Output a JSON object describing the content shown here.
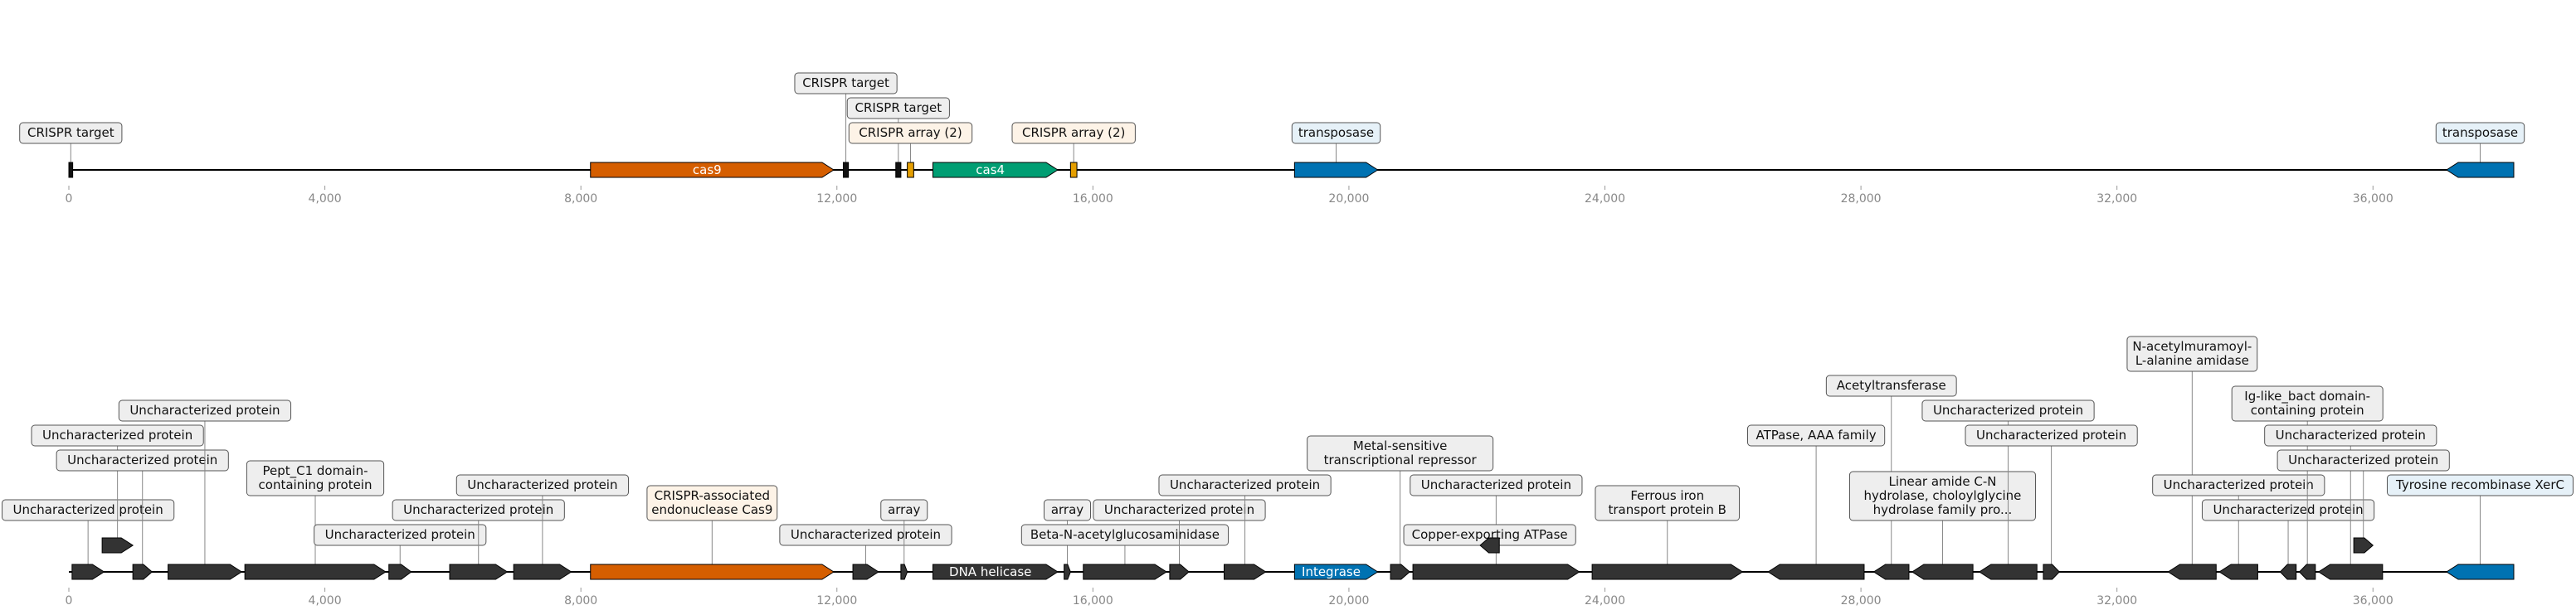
{
  "axis": {
    "ticks": [
      0,
      4000,
      8000,
      12000,
      16000,
      20000,
      24000,
      28000,
      32000,
      36000
    ],
    "tick_labels": [
      "0",
      "4,000",
      "8,000",
      "12,000",
      "16,000",
      "20,000",
      "24,000",
      "28,000",
      "32,000",
      "36,000"
    ],
    "range": [
      0,
      38200
    ]
  },
  "colors": {
    "cas9": "#d55e00",
    "cas4": "#009e73",
    "crispr_array": "#e69f00",
    "transposase": "#0072b2",
    "integrase": "#0072b2",
    "default_gene": "#333333",
    "label_bg_default": "#eeeeee",
    "label_bg_cas": "#fdf3e7",
    "label_bg_transposase": "#e6f1f8"
  },
  "tracks": [
    {
      "name": "crispr-overview",
      "features": [
        {
          "start": 0,
          "end": 60,
          "strand": 0,
          "color": "#111111",
          "label": "CRISPR target",
          "bg": "#eeeeee",
          "level": 0
        },
        {
          "start": 8150,
          "end": 11950,
          "strand": 1,
          "color": "#d55e00",
          "inner": "cas9"
        },
        {
          "start": 12100,
          "end": 12180,
          "strand": 0,
          "color": "#111111",
          "label": "CRISPR target",
          "bg": "#eeeeee",
          "level": 2
        },
        {
          "start": 12920,
          "end": 13000,
          "strand": 0,
          "color": "#111111",
          "label": "CRISPR target",
          "bg": "#eeeeee",
          "level": 1
        },
        {
          "start": 13100,
          "end": 13200,
          "strand": 0,
          "color": "#e69f00",
          "label": "CRISPR array (2)",
          "bg": "#fdf3e7",
          "level": 0
        },
        {
          "start": 13500,
          "end": 15450,
          "strand": 1,
          "color": "#009e73",
          "inner": "cas4"
        },
        {
          "start": 15650,
          "end": 15750,
          "strand": 0,
          "color": "#e69f00",
          "label": "CRISPR array (2)",
          "bg": "#fdf3e7",
          "level": 0
        },
        {
          "start": 19150,
          "end": 20450,
          "strand": 1,
          "color": "#0072b2",
          "label": "transposase",
          "bg": "#e6f1f8",
          "level": 0
        },
        {
          "start": 37150,
          "end": 38200,
          "strand": -1,
          "color": "#0072b2",
          "label": "transposase",
          "bg": "#e6f1f8",
          "level": 0
        }
      ]
    },
    {
      "name": "annotated-genes",
      "features": [
        {
          "start": 50,
          "end": 550,
          "strand": 1,
          "color": "#333333",
          "label": "Uncharacterized protein",
          "bg": "#eeeeee",
          "level": 1,
          "row": 0
        },
        {
          "start": 520,
          "end": 1000,
          "strand": 1,
          "color": "#333333",
          "label": "Uncharacterized protein",
          "bg": "#eeeeee",
          "level": 4,
          "row": 1
        },
        {
          "start": 1000,
          "end": 1300,
          "strand": 1,
          "color": "#333333",
          "label": "Uncharacterized protein",
          "bg": "#eeeeee",
          "level": 3,
          "row": 0
        },
        {
          "start": 1550,
          "end": 2700,
          "strand": 1,
          "color": "#333333",
          "label": "Uncharacterized protein",
          "bg": "#eeeeee",
          "level": 5,
          "row": 0
        },
        {
          "start": 2750,
          "end": 4950,
          "strand": 1,
          "color": "#333333",
          "label": "Pept_C1 domain-\ncontaining protein",
          "bg": "#eeeeee",
          "level": 2,
          "row": 0
        },
        {
          "start": 5000,
          "end": 5350,
          "strand": 1,
          "color": "#333333",
          "label": "Uncharacterized protein",
          "bg": "#eeeeee",
          "level": 0,
          "row": 0
        },
        {
          "start": 5950,
          "end": 6850,
          "strand": 1,
          "color": "#333333",
          "label": "Uncharacterized protein",
          "bg": "#eeeeee",
          "level": 1,
          "row": 0
        },
        {
          "start": 6950,
          "end": 7850,
          "strand": 1,
          "color": "#333333",
          "label": "Uncharacterized protein",
          "bg": "#eeeeee",
          "level": 2,
          "row": 0
        },
        {
          "start": 8150,
          "end": 11950,
          "strand": 1,
          "color": "#d55e00",
          "label": "CRISPR-associated\nendonuclease Cas9",
          "bg": "#fdf3e7",
          "level": 1,
          "row": 0
        },
        {
          "start": 12250,
          "end": 12650,
          "strand": 1,
          "color": "#333333",
          "label": "Uncharacterized protein",
          "bg": "#eeeeee",
          "level": 0,
          "row": 0
        },
        {
          "start": 13000,
          "end": 13100,
          "strand": 1,
          "color": "#333333",
          "label": "array",
          "bg": "#eeeeee",
          "level": 1,
          "row": 0
        },
        {
          "start": 13500,
          "end": 15450,
          "strand": 1,
          "color": "#333333",
          "inner": "DNA helicase",
          "row": 0
        },
        {
          "start": 15550,
          "end": 15650,
          "strand": 1,
          "color": "#333333",
          "label": "array",
          "bg": "#eeeeee",
          "level": 1,
          "row": 0
        },
        {
          "start": 15850,
          "end": 17150,
          "strand": 1,
          "color": "#333333",
          "label": "Beta-N-acetylglucosaminidase",
          "bg": "#eeeeee",
          "level": 0,
          "row": 0
        },
        {
          "start": 17200,
          "end": 17500,
          "strand": 1,
          "color": "#333333",
          "label": "Uncharacterized protein",
          "bg": "#eeeeee",
          "level": 1,
          "row": 0
        },
        {
          "start": 18050,
          "end": 18700,
          "strand": 1,
          "color": "#333333",
          "label": "Uncharacterized protein",
          "bg": "#eeeeee",
          "level": 2,
          "row": 0
        },
        {
          "start": 19150,
          "end": 20450,
          "strand": 1,
          "color": "#0072b2",
          "inner": "Integrase",
          "row": 0
        },
        {
          "start": 20650,
          "end": 20950,
          "strand": 1,
          "color": "#333333",
          "label": "Metal-sensitive\ntranscriptional repressor",
          "bg": "#eeeeee",
          "level": 3,
          "row": 0
        },
        {
          "start": 21000,
          "end": 23600,
          "strand": 1,
          "color": "#333333",
          "label": "Uncharacterized protein",
          "bg": "#eeeeee",
          "level": 2,
          "row": 0
        },
        {
          "start": 22050,
          "end": 22350,
          "strand": -1,
          "color": "#333333",
          "label": "Copper-exporting ATPase",
          "bg": "#eeeeee",
          "level": 0,
          "row": 1
        },
        {
          "start": 23800,
          "end": 26150,
          "strand": 1,
          "color": "#333333",
          "label": "Ferrous iron\ntransport protein B",
          "bg": "#eeeeee",
          "level": 1,
          "row": 0
        },
        {
          "start": 26550,
          "end": 28050,
          "strand": -1,
          "color": "#333333",
          "label": "ATPase, AAA family",
          "bg": "#eeeeee",
          "level": 4,
          "row": 0
        },
        {
          "start": 28200,
          "end": 28750,
          "strand": -1,
          "color": "#333333",
          "label": "Acetyltransferase",
          "bg": "#eeeeee",
          "level": 6,
          "row": 0
        },
        {
          "start": 28800,
          "end": 29750,
          "strand": -1,
          "color": "#333333",
          "label": "Linear amide C-N\nhydrolase, choloylglycine\nhydrolase family pro...",
          "bg": "#eeeeee",
          "level": 1,
          "row": 0
        },
        {
          "start": 29850,
          "end": 30750,
          "strand": -1,
          "color": "#333333",
          "label": "Uncharacterized protein",
          "bg": "#eeeeee",
          "level": 5,
          "row": 0
        },
        {
          "start": 30850,
          "end": 31100,
          "strand": 1,
          "color": "#333333",
          "label": "Uncharacterized protein",
          "bg": "#eeeeee",
          "level": 4,
          "row": 0
        },
        {
          "start": 32800,
          "end": 33550,
          "strand": -1,
          "color": "#333333",
          "label": "N-acetylmuramoyl-\nL-alanine amidase",
          "bg": "#eeeeee",
          "level": 7,
          "row": 0
        },
        {
          "start": 33600,
          "end": 34200,
          "strand": -1,
          "color": "#333333",
          "label": "Uncharacterized protein",
          "bg": "#eeeeee",
          "level": 2,
          "row": 0
        },
        {
          "start": 34550,
          "end": 34800,
          "strand": -1,
          "color": "#333333",
          "label": "Uncharacterized protein",
          "bg": "#eeeeee",
          "level": 1,
          "row": 0
        },
        {
          "start": 34850,
          "end": 35100,
          "strand": -1,
          "color": "#333333",
          "label": "Ig-like_bact domain-\ncontaining protein",
          "bg": "#eeeeee",
          "level": 5,
          "row": 0
        },
        {
          "start": 35150,
          "end": 36150,
          "strand": -1,
          "color": "#333333",
          "label": "Uncharacterized protein",
          "bg": "#eeeeee",
          "level": 4,
          "row": 0
        },
        {
          "start": 35700,
          "end": 36000,
          "strand": 1,
          "color": "#333333",
          "label": "Uncharacterized protein",
          "bg": "#eeeeee",
          "level": 3,
          "row": 1
        },
        {
          "start": 37150,
          "end": 38200,
          "strand": -1,
          "color": "#0072b2",
          "label": "Tyrosine recombinase XerC",
          "bg": "#e6f1f8",
          "level": 2,
          "row": 0
        }
      ]
    }
  ]
}
